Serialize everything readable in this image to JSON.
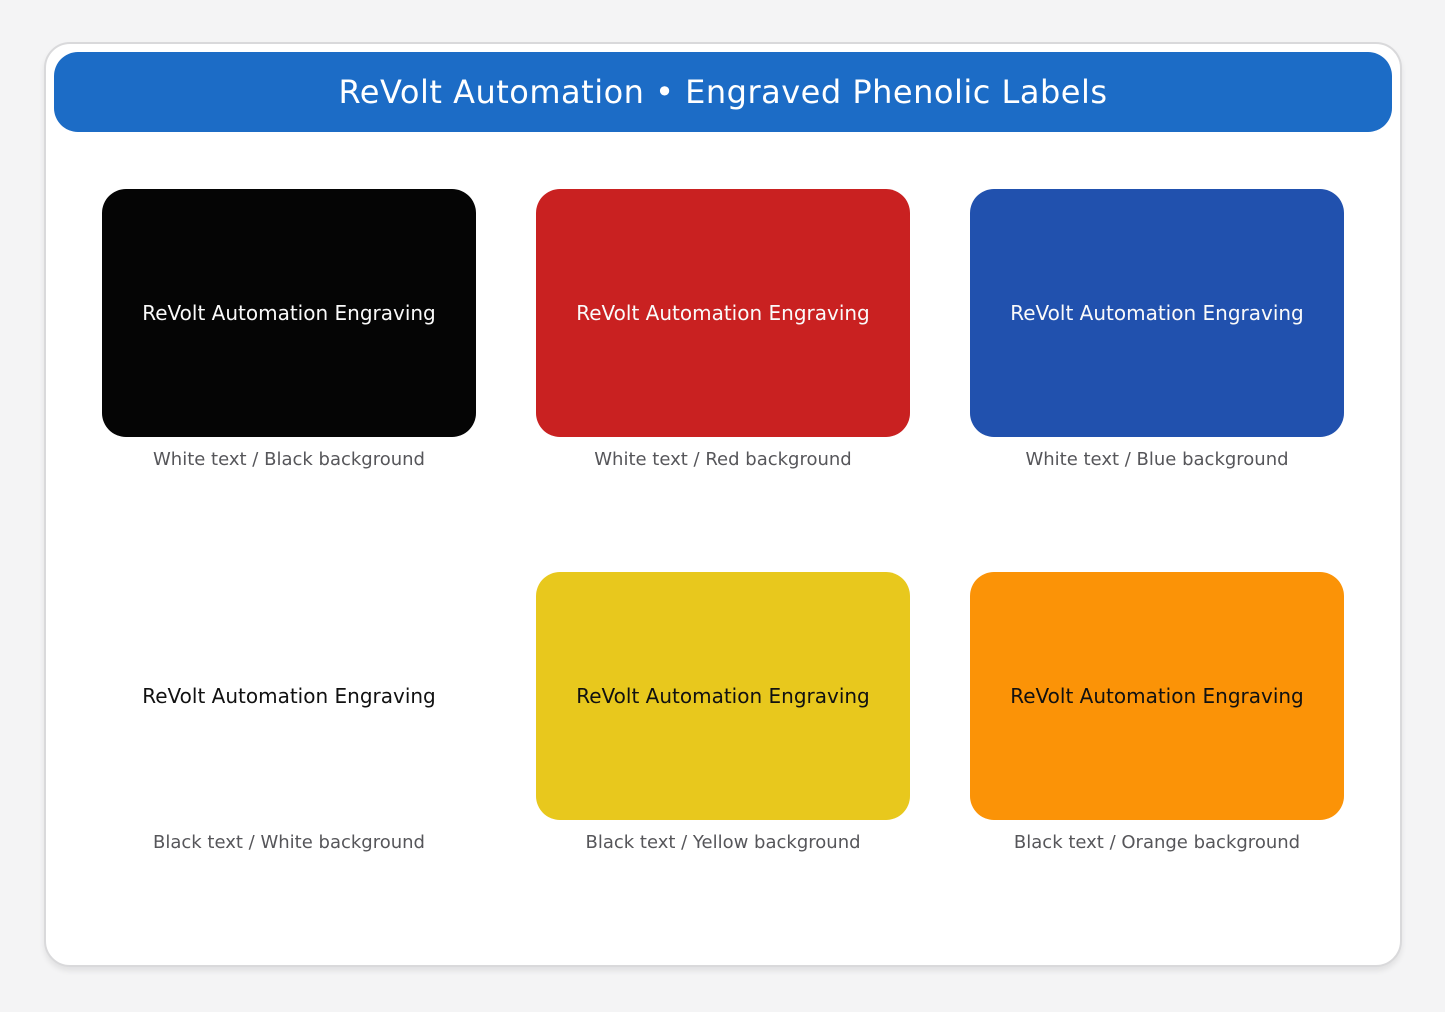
{
  "page": {
    "background_color": "#f4f4f5",
    "card_background": "#ffffff"
  },
  "header": {
    "title": "ReVolt Automation • Engraved Phenolic Labels",
    "background_color": "#1c6cc6",
    "text_color": "#ffffff"
  },
  "labels": {
    "engraving_text": "ReVolt Automation Engraving",
    "items": [
      {
        "caption": "White text / Black background",
        "bg": "#050505",
        "fg": "#fafafa"
      },
      {
        "caption": "White text / Red background",
        "bg": "#c92121",
        "fg": "#fafafa"
      },
      {
        "caption": "White text / Blue background",
        "bg": "#2151ae",
        "fg": "#fafafa"
      },
      {
        "caption": "Black text / White background",
        "bg": "#ffffff",
        "fg": "#111111"
      },
      {
        "caption": "Black text / Yellow background",
        "bg": "#e8c81d",
        "fg": "#111111"
      },
      {
        "caption": "Black text / Orange background",
        "bg": "#fb9307",
        "fg": "#111111"
      }
    ]
  }
}
